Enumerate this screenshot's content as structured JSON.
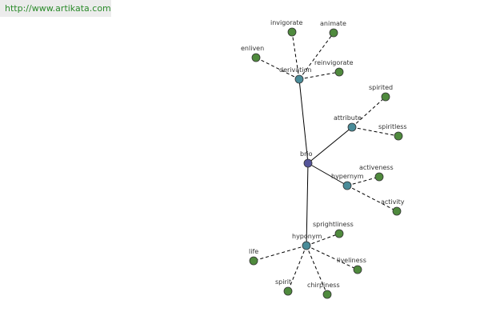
{
  "header": {
    "url": "http://www.artikata.com"
  },
  "graph": {
    "root": {
      "id": "brio",
      "label": "brio",
      "color": "#55559a"
    },
    "relations": [
      {
        "id": "derivation",
        "label": "derivation",
        "color": "#4a8c99",
        "leaves": [
          "invigorate",
          "animate",
          "enliven",
          "reinvigorate"
        ]
      },
      {
        "id": "attribute",
        "label": "attribute",
        "color": "#4a8c99",
        "leaves": [
          "spirited",
          "spiritless"
        ]
      },
      {
        "id": "hypernym",
        "label": "hypernym",
        "color": "#4a8c99",
        "leaves": [
          "activeness",
          "activity"
        ]
      },
      {
        "id": "hyponym",
        "label": "hyponym",
        "color": "#4a8c99",
        "leaves": [
          "sprightliness",
          "life",
          "liveliness",
          "spirit",
          "chirpiness"
        ]
      }
    ],
    "leaf_color": "#4f8a3d"
  }
}
